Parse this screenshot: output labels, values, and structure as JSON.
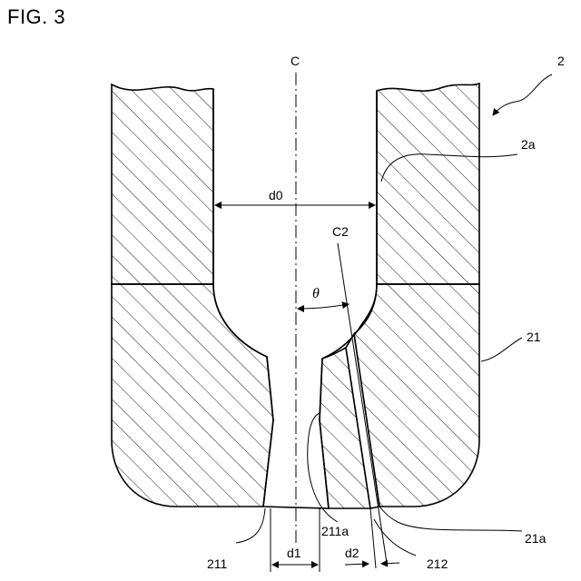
{
  "figure": {
    "title": "FIG. 3"
  },
  "labels": {
    "center_axis": "C",
    "part_number": "2",
    "inner_wall": "2a",
    "diameter_main": "d0",
    "secondary_axis": "C2",
    "angle": "θ",
    "nozzle_part": "21",
    "outer_face": "21a",
    "hole_211": "211",
    "hole_surface": "211a",
    "hole_212": "212",
    "diameter_hole1": "d1",
    "diameter_hole2": "d2"
  }
}
